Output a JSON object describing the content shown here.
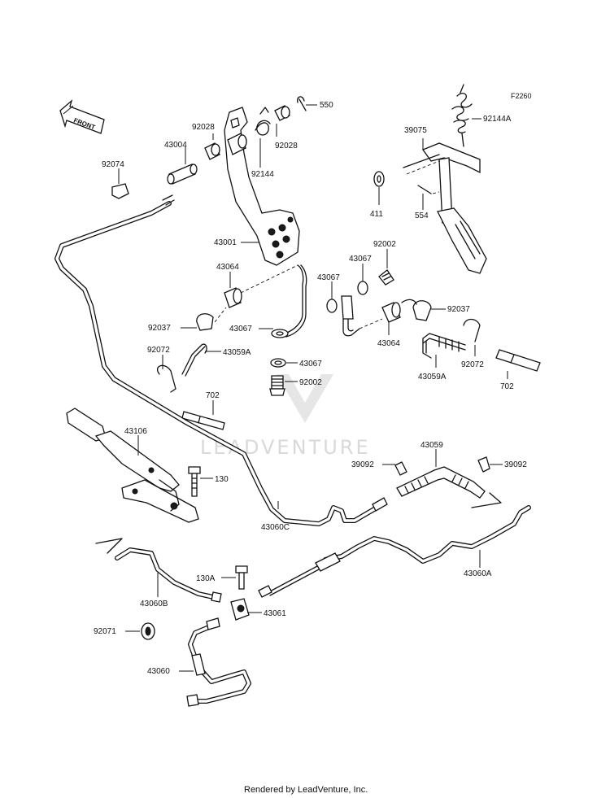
{
  "diagram_code": "F2260",
  "front_label": "FRONT",
  "watermark_text": "LEADVENTURE",
  "credit": "Rendered by LeadVenture, Inc.",
  "labels": {
    "l550": "550",
    "l92028a": "92028",
    "l43004": "43004",
    "l92028b": "92028",
    "l92144": "92144",
    "l92144A": "92144A",
    "l39075": "39075",
    "l92074": "92074",
    "l411": "411",
    "l554": "554",
    "l43001": "43001",
    "l92002a": "92002",
    "l43067a": "43067",
    "l43064a": "43064",
    "l43067b": "43067",
    "l92037a": "92037",
    "l43067c": "43067",
    "l92037b": "92037",
    "l43064b": "43064",
    "l92072a": "92072",
    "l43059Aa": "43059A",
    "l43067d": "43067",
    "l92002b": "92002",
    "l43059Ab": "43059A",
    "l92072b": "92072",
    "l702a": "702",
    "l702b": "702",
    "l43106": "43106",
    "l43059": "43059",
    "l39092a": "39092",
    "l39092b": "39092",
    "l130": "130",
    "l43060C": "43060C",
    "l130A": "130A",
    "l43060A": "43060A",
    "l43060B": "43060B",
    "l43061": "43061",
    "l92071": "92071",
    "l43060": "43060"
  }
}
